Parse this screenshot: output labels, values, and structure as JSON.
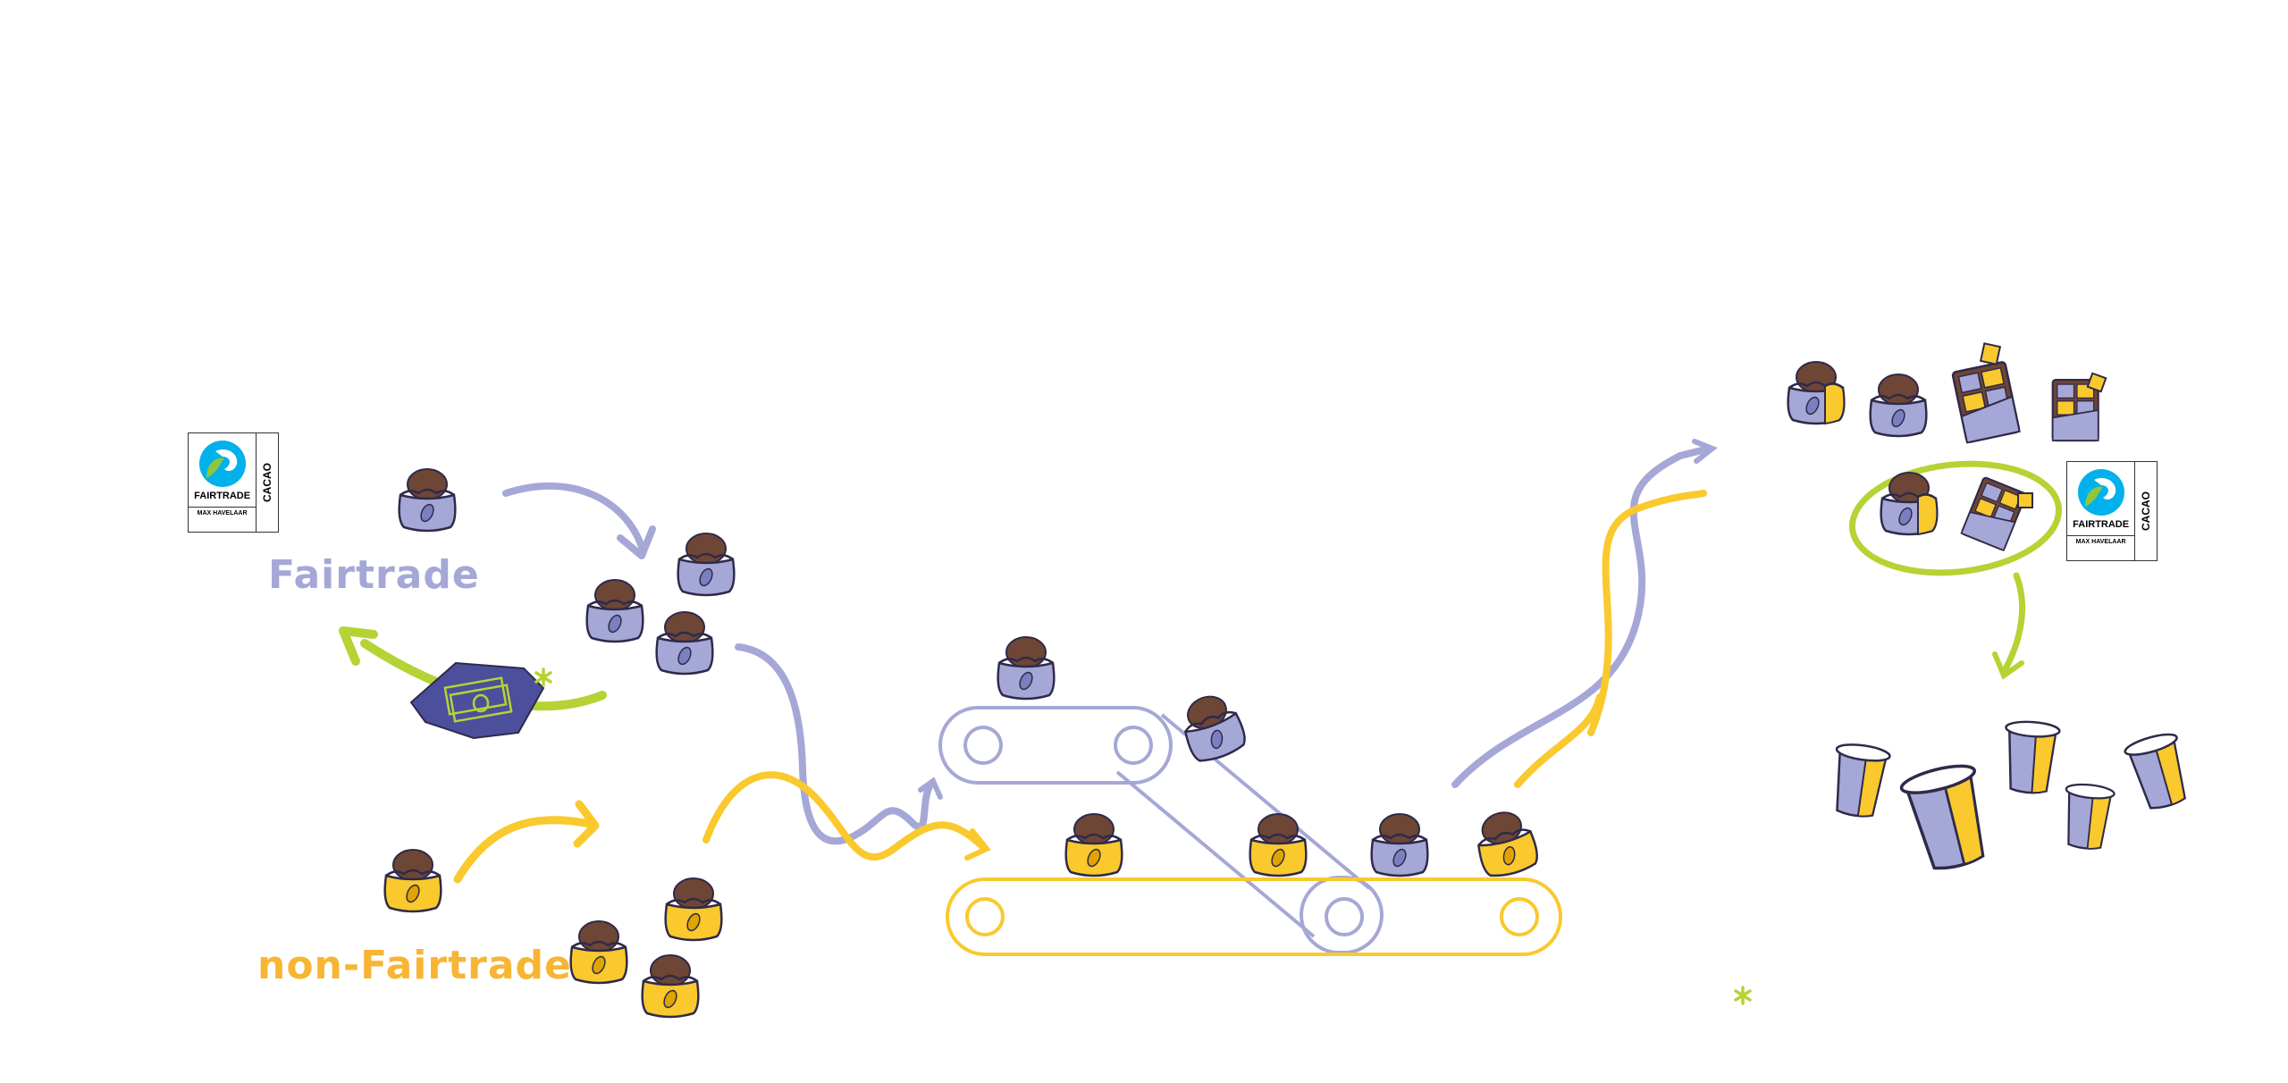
{
  "labels": {
    "fairtrade": "Fairtrade",
    "non_fairtrade": "non-Fairtrade"
  },
  "logo": {
    "name": "FAIRTRADE",
    "sub": "MAX HAVELAAR",
    "side": "CACAO"
  },
  "colors": {
    "fairtrade_purple": "#a5a8d6",
    "non_fairtrade_yellow": "#f9c92d",
    "accent_green": "#b5d334",
    "cocoa_brown": "#6e4635",
    "money_navy": "#4b4f9c",
    "outline": "#2f2a4a"
  },
  "icons": [
    "fairtrade-cocoa-sack-icon",
    "non-fairtrade-cocoa-sack-icon",
    "money-bundle-icon",
    "conveyor-belt-icon",
    "chocolate-bar-icon",
    "cocoa-cup-icon",
    "asterisk-icon"
  ]
}
